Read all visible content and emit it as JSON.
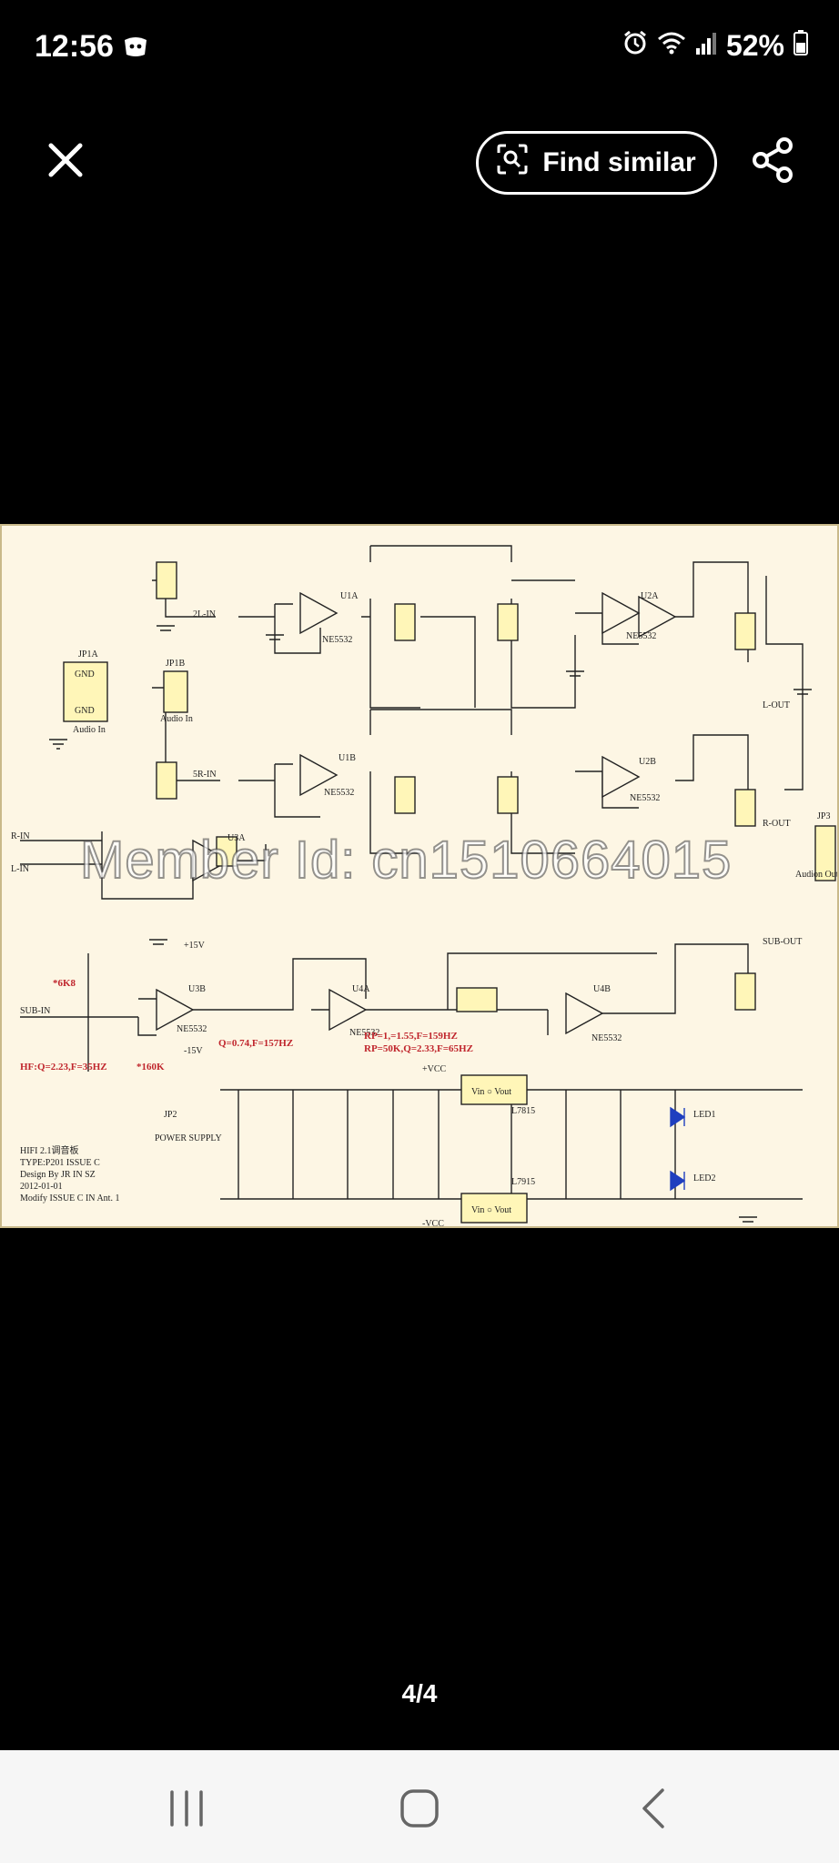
{
  "status_bar": {
    "time": "12:56",
    "battery": "52%",
    "icons": [
      "game-app-icon",
      "alarm-icon",
      "wifi-icon",
      "signal-icon",
      "battery-icon"
    ]
  },
  "top_bar": {
    "close_icon": "close-icon",
    "find_similar_label": "Find similar",
    "find_similar_icon": "lens-scan-icon",
    "share_icon": "share-icon"
  },
  "image": {
    "watermark": "Member Id: cn1510664015",
    "schematic": {
      "title_block": [
        "HIFI 2.1调音板",
        "TYPE:P201  ISSUE C",
        "Design By JR IN SZ",
        "2012-01-01",
        "Modify ISSUE C IN Ant. 1"
      ],
      "opamps": [
        "U1A",
        "U1B",
        "U2A",
        "U2B",
        "U3A",
        "U3B",
        "U4A",
        "U4B"
      ],
      "opamp_part": "NE5532",
      "regulators": [
        "L7815",
        "L7915"
      ],
      "connectors": [
        "JP1A",
        "JP1B",
        "JP2",
        "JP3"
      ],
      "labels": {
        "audio_in": "Audio In",
        "audio_out": "Audion Out",
        "power_supply": "POWER SUPPLY",
        "l_out": "L-OUT",
        "r_out": "R-OUT",
        "sub_out": "SUB-OUT",
        "sub_in": "SUB-IN",
        "r_in": "R-IN",
        "l_in": "L-IN",
        "two_l_in": "2L-IN",
        "five_r_in": "5R-IN",
        "plus15": "+15V",
        "minus15": "-15V",
        "vcc_pos": "+VCC",
        "vcc_neg": "-VCC",
        "q_note": "Q=0.74,F=157HZ",
        "rp_note1": "RP=1,=1.55,F=159HZ",
        "rp_note2": "RP=50K,Q=2.33,F=65HZ",
        "hf_note": "HF:Q=2.23,F=35HZ",
        "six_k8": "*6K8",
        "one60k": "*160K",
        "led1": "LED1",
        "led2": "LED2",
        "gnd": "GND"
      }
    }
  },
  "pager": {
    "label": "4/4"
  },
  "nav_bar": {
    "recents_icon": "recents-icon",
    "home_icon": "home-icon",
    "back_icon": "back-icon"
  }
}
